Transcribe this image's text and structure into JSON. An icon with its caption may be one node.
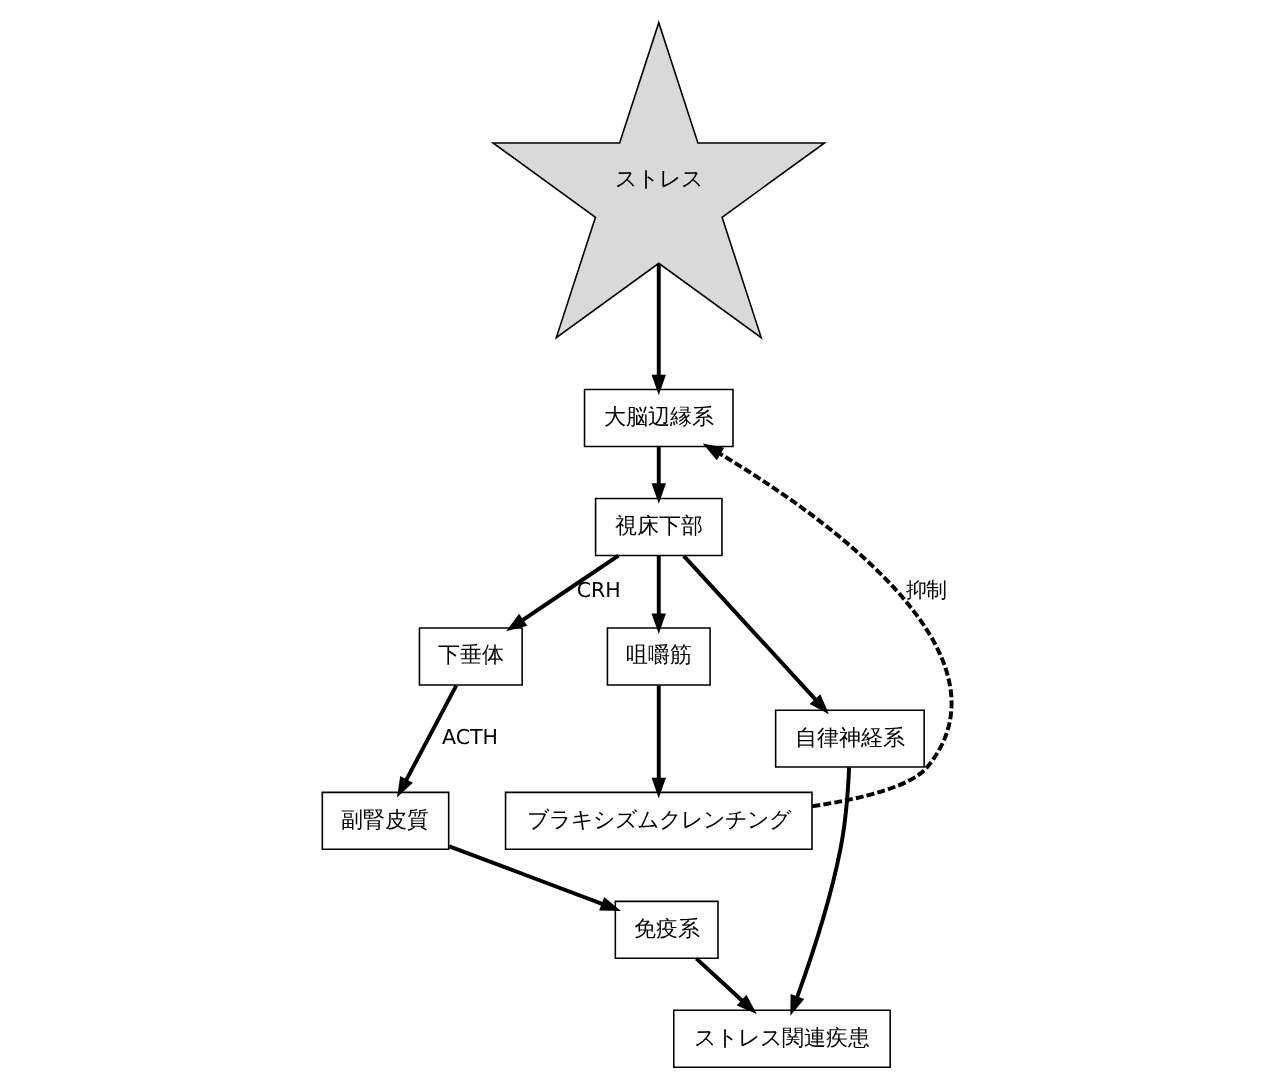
{
  "diagram": {
    "nodes": [
      {
        "text": [
          "ストレス"
        ]
      },
      {
        "text": [
          "大脳辺縁系"
        ]
      },
      {
        "text": [
          "視床下部"
        ]
      },
      {
        "text": [
          "下垂体"
        ]
      },
      {
        "text": [
          "咀嚼筋"
        ]
      },
      {
        "text": [
          "副腎皮質"
        ]
      },
      {
        "text": [
          "自律神経系"
        ]
      },
      {
        "text": [
          "免疫系"
        ]
      },
      {
        "text": [
          "ブラキシズムクレンチング"
        ]
      },
      {
        "text": [
          "ストレス関連疾患"
        ]
      }
    ],
    "edges": [
      {
        "from": 0,
        "to": 1,
        "arrow": "to"
      },
      {
        "from": 1,
        "to": 2,
        "arrow": "to"
      },
      {
        "from": 2,
        "to": 3,
        "arrow": "to",
        "label": "CRH"
      },
      {
        "from": 2,
        "to": 6,
        "arrow": "to"
      },
      {
        "from": 2,
        "to": 4,
        "arrow": "to"
      },
      {
        "from": 3,
        "to": 5,
        "arrow": "to",
        "label": "ACTH"
      },
      {
        "from": 5,
        "to": 7,
        "arrow": "to"
      },
      {
        "from": 6,
        "to": 9,
        "arrow": "to"
      },
      {
        "from": 7,
        "to": 9,
        "arrow": "to"
      },
      {
        "from": 4,
        "to": 8,
        "arrow": "to"
      },
      {
        "from": 8,
        "to": 1,
        "arrow": "to",
        "style": "dashed",
        "label": "抑制"
      }
    ]
  }
}
